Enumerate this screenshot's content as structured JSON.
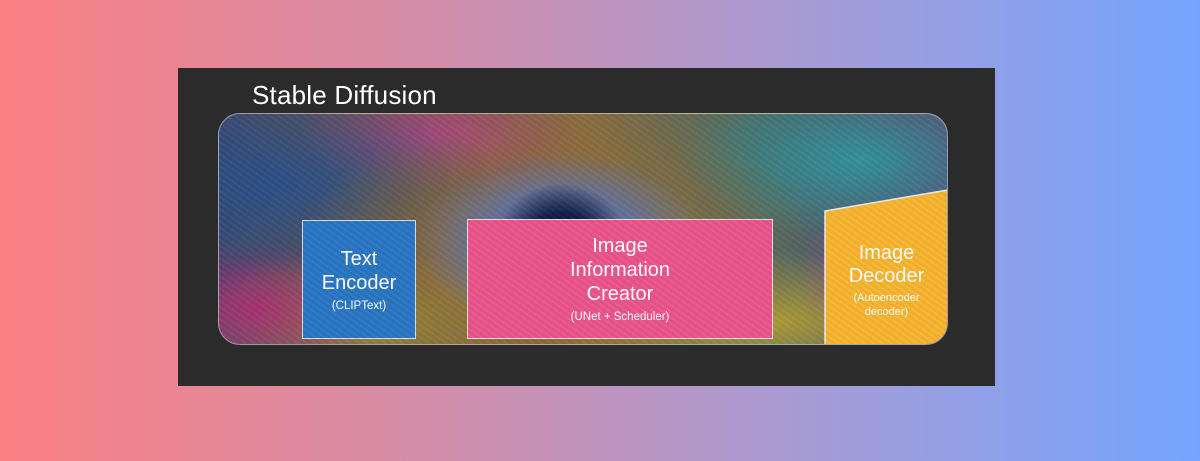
{
  "diagram": {
    "title": "Stable Diffusion",
    "components": [
      {
        "id": "text-encoder",
        "label": "Text\nEncoder",
        "sublabel": "(CLIPText)",
        "color": "#2a77c4"
      },
      {
        "id": "image-information-creator",
        "label": "Image\nInformation\nCreator",
        "sublabel": "(UNet + Scheduler)",
        "color": "#eb558c"
      },
      {
        "id": "image-decoder",
        "label": "Image\nDecoder",
        "sublabel": "(Autoencoder\ndecoder)",
        "color": "#f8b530"
      }
    ]
  }
}
